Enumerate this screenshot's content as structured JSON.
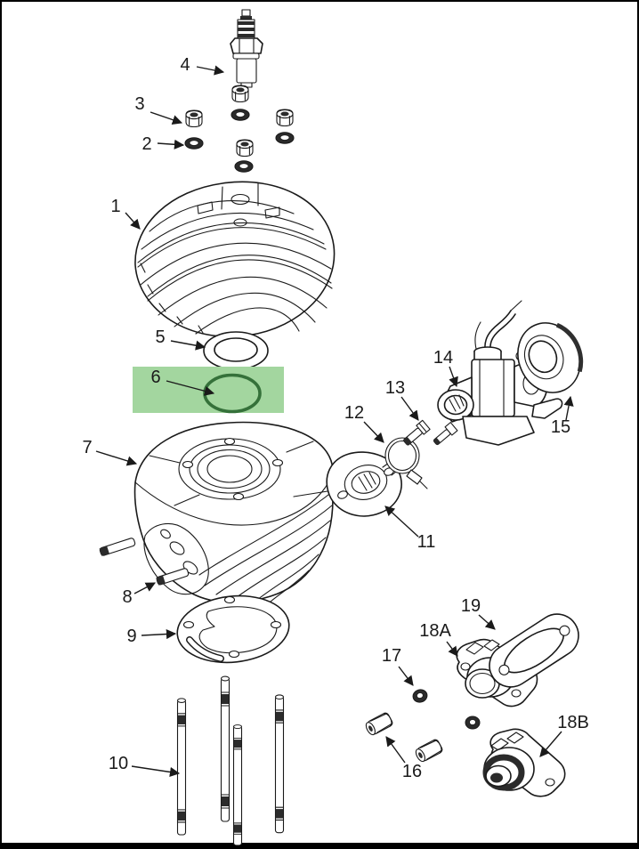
{
  "page": {
    "background": "#ffffff",
    "border_color": "#000000"
  },
  "diagram": {
    "ink_color": "#1a1a1a"
  },
  "highlight": {
    "fill": "#a3d69f",
    "ring_color": "#35713a",
    "selected_callout": "6"
  },
  "callouts": [
    {
      "label": "1"
    },
    {
      "label": "2"
    },
    {
      "label": "3"
    },
    {
      "label": "4"
    },
    {
      "label": "5"
    },
    {
      "label": "6"
    },
    {
      "label": "7"
    },
    {
      "label": "8"
    },
    {
      "label": "9"
    },
    {
      "label": "10"
    },
    {
      "label": "11"
    },
    {
      "label": "12"
    },
    {
      "label": "13"
    },
    {
      "label": "14"
    },
    {
      "label": "15"
    },
    {
      "label": "16"
    },
    {
      "label": "17"
    },
    {
      "label": "18A"
    },
    {
      "label": "18B"
    },
    {
      "label": "19"
    }
  ]
}
